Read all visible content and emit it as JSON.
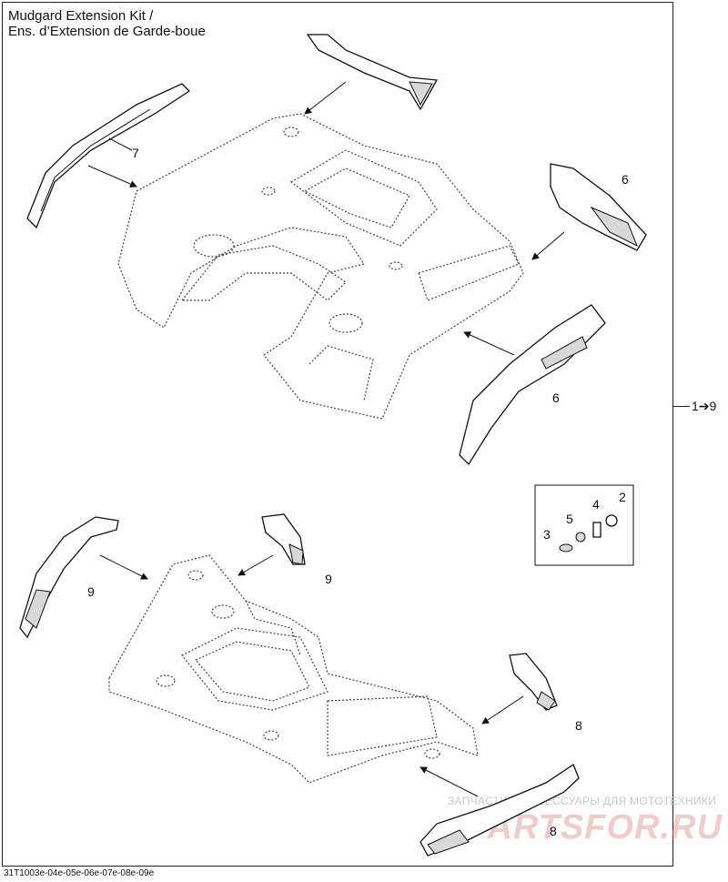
{
  "title": {
    "line1": "Mudgard Extension Kit /",
    "line2": "Ens. d’Extension de Garde-boue"
  },
  "footer_code": "31T1003e-04e-05e-06e-07e-08e-09e",
  "range_label": "1➔9",
  "callouts": {
    "c7": "7",
    "c6a": "6",
    "c6b": "6",
    "c2": "2",
    "c4": "4",
    "c5": "5",
    "c3": "3",
    "c9a": "9",
    "c9b": "9",
    "c8a": "8",
    "c8b": "8"
  },
  "watermark": {
    "text": "ЗАПЧАСТИ И АКСЕССУАРЫ ДЛЯ МОТОТЕХНИКИ",
    "logo": "PARTSFOR.RU"
  }
}
